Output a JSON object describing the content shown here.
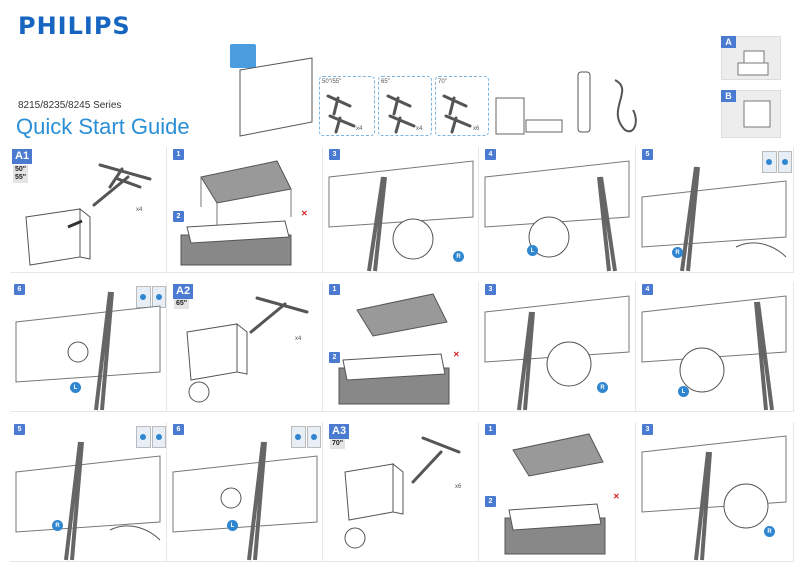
{
  "header": {
    "brand": "PHILIPS",
    "series": "8215/8235/8245 Series",
    "title": "Quick Start Guide"
  },
  "box_contents": {
    "sizes": [
      {
        "label": "50\"/55\"",
        "qty": "x4"
      },
      {
        "label": "65\"",
        "qty": "x4"
      },
      {
        "label": "70\"",
        "qty": "x6"
      }
    ]
  },
  "mount_options": [
    {
      "label": "A",
      "icon": "table-stand-icon"
    },
    {
      "label": "B",
      "icon": "wall-mount-icon"
    }
  ],
  "sections": {
    "a1": {
      "label": "A1",
      "size_line1": "50\"",
      "size_line2": "55\"",
      "qty": "x4"
    },
    "a2": {
      "label": "A2",
      "size_line1": "65\"",
      "qty": "x4"
    },
    "a3": {
      "label": "A3",
      "size_line1": "70\"",
      "qty": "x6"
    }
  },
  "steps": {
    "n1": "1",
    "n2": "2",
    "n3": "3",
    "n4": "4",
    "n5": "5",
    "n6": "6"
  },
  "markers": {
    "right": "R",
    "left": "L"
  },
  "colors": {
    "brand": "#1665c1",
    "accent": "#2a8fd6",
    "step_badge": "#4a7bd0"
  }
}
